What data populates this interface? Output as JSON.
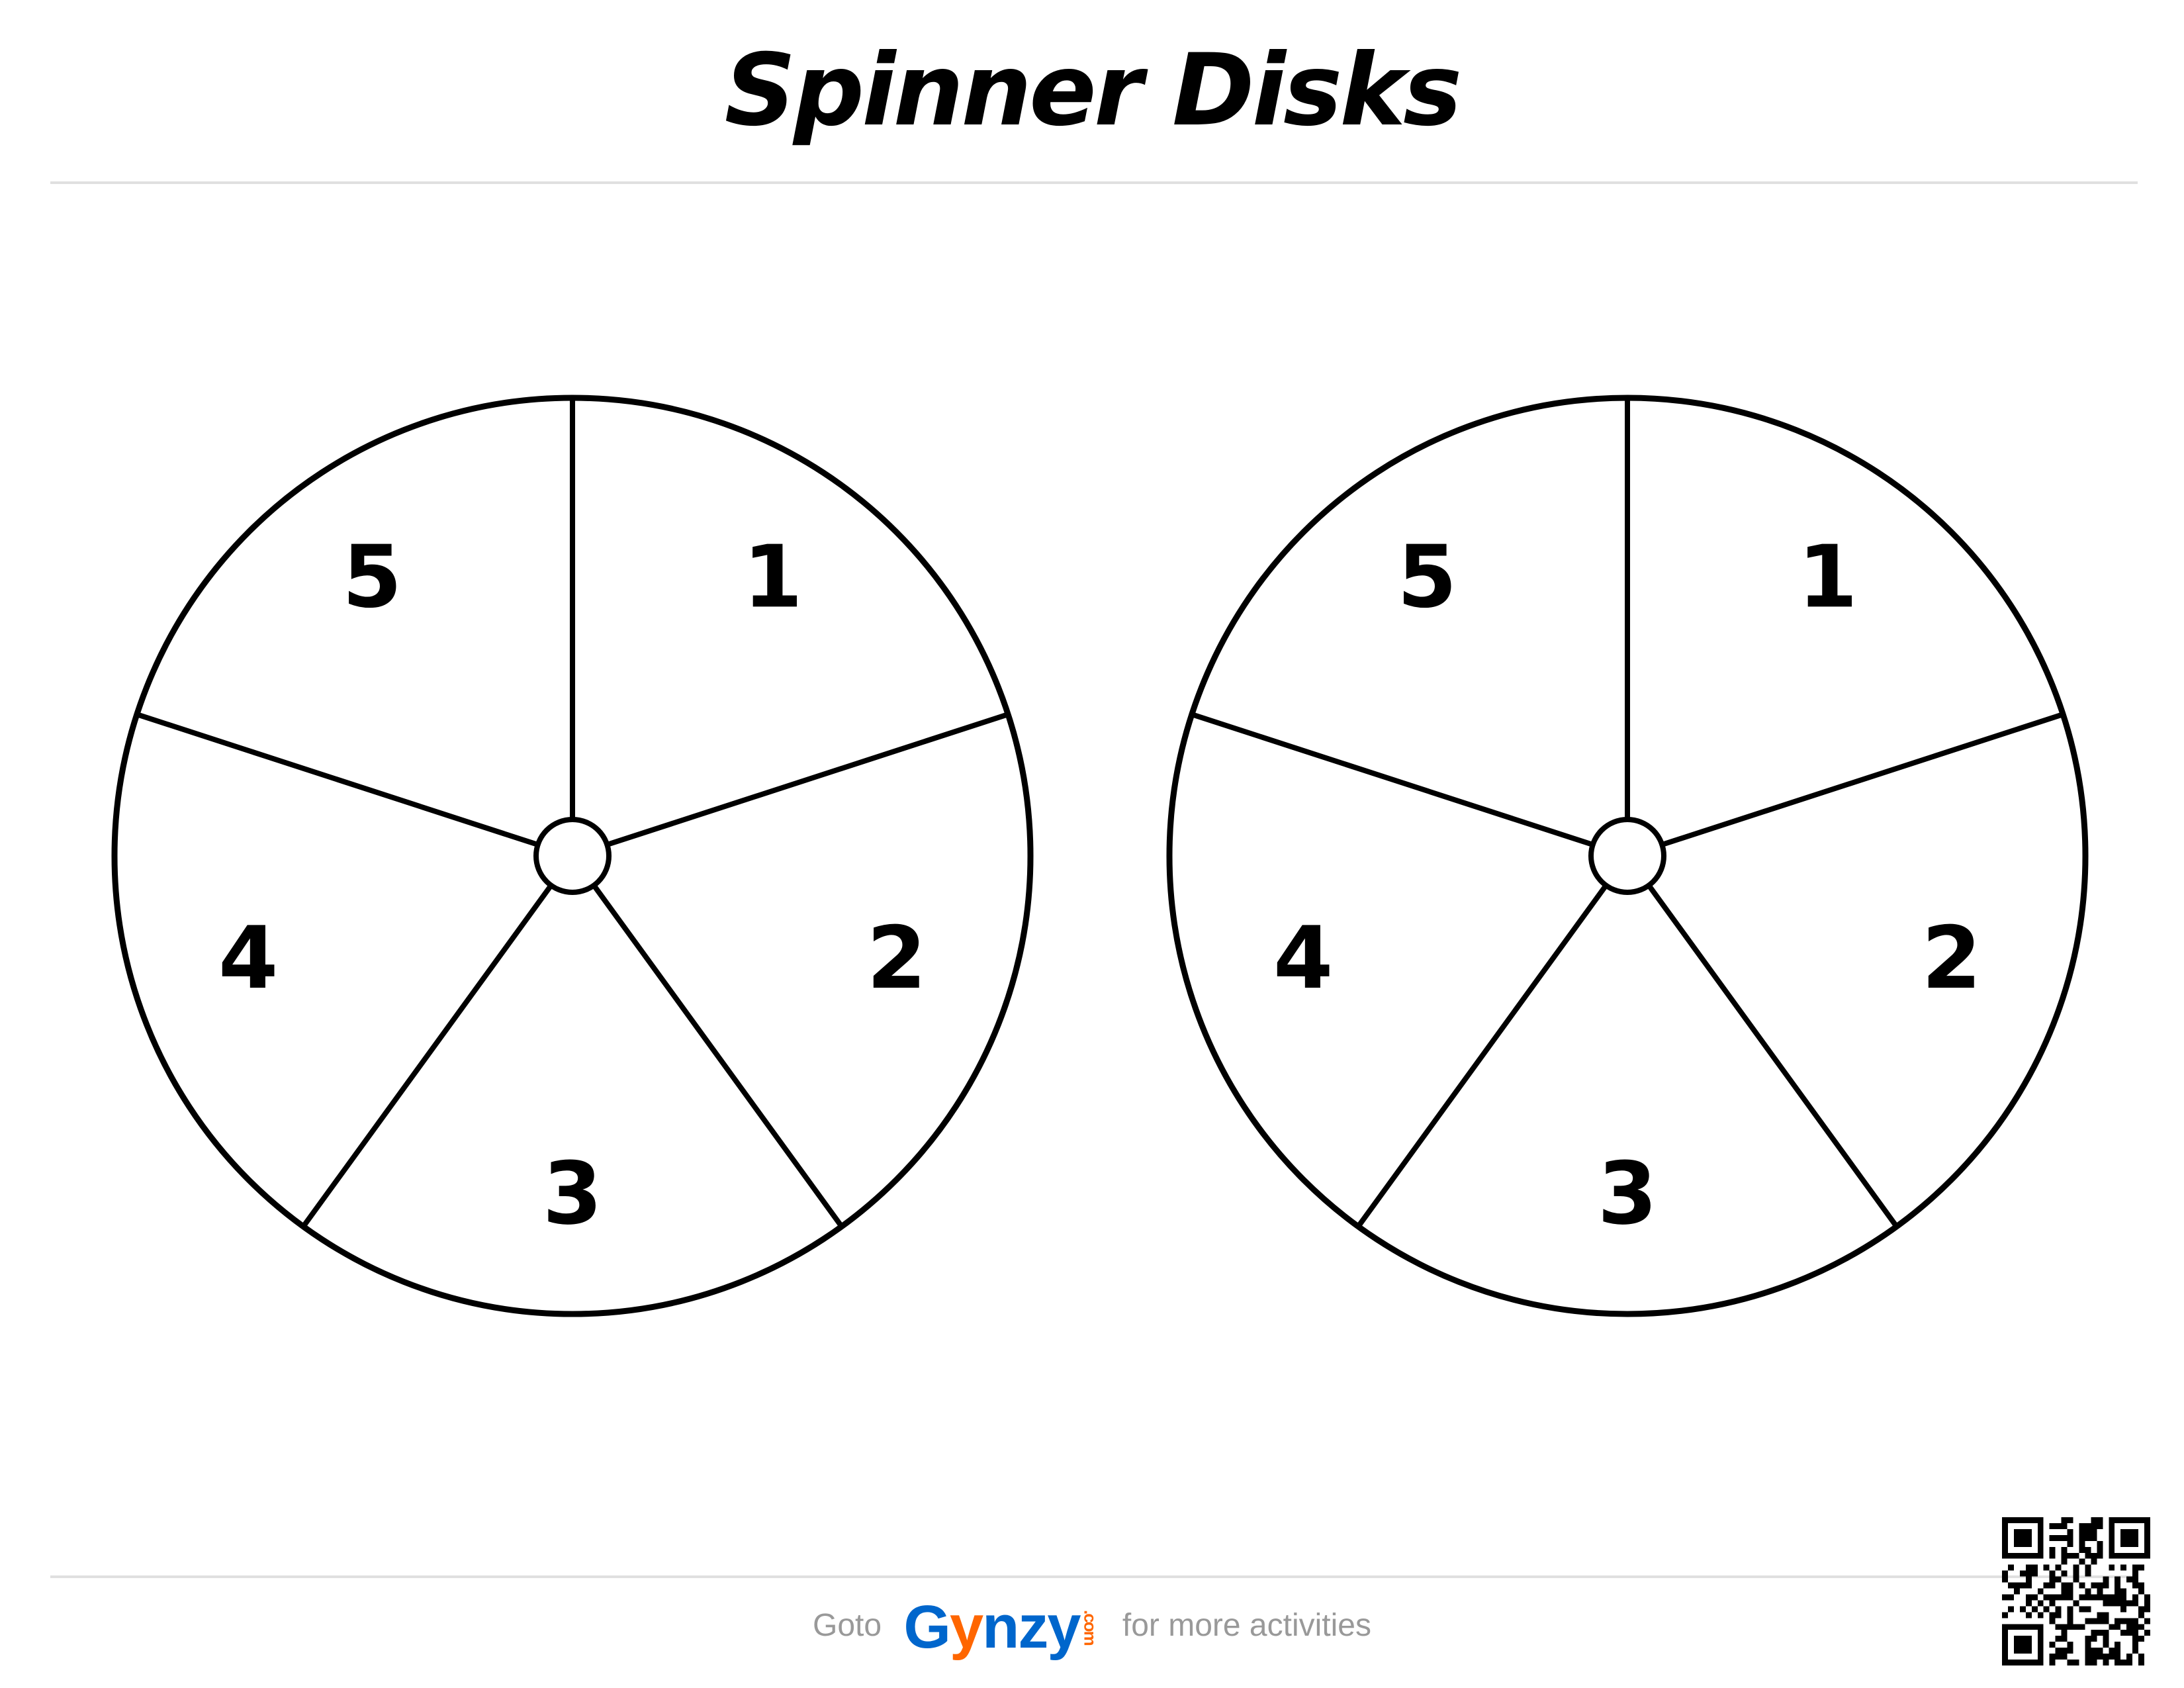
{
  "title": "Spinner Disks",
  "spinners": [
    {
      "segments": [
        "1",
        "2",
        "3",
        "4",
        "5"
      ]
    },
    {
      "segments": [
        "1",
        "2",
        "3",
        "4",
        "5"
      ]
    }
  ],
  "footer": {
    "prefix": "Goto",
    "logo_g": "G",
    "logo_y": "y",
    "logo_rest": "nzy",
    "logo_com": ".com",
    "suffix": "for more activities"
  },
  "colors": {
    "logo_blue": "#0066cc",
    "logo_orange": "#ff6600",
    "footer_text": "#999999",
    "rule": "#e0e0e0"
  }
}
